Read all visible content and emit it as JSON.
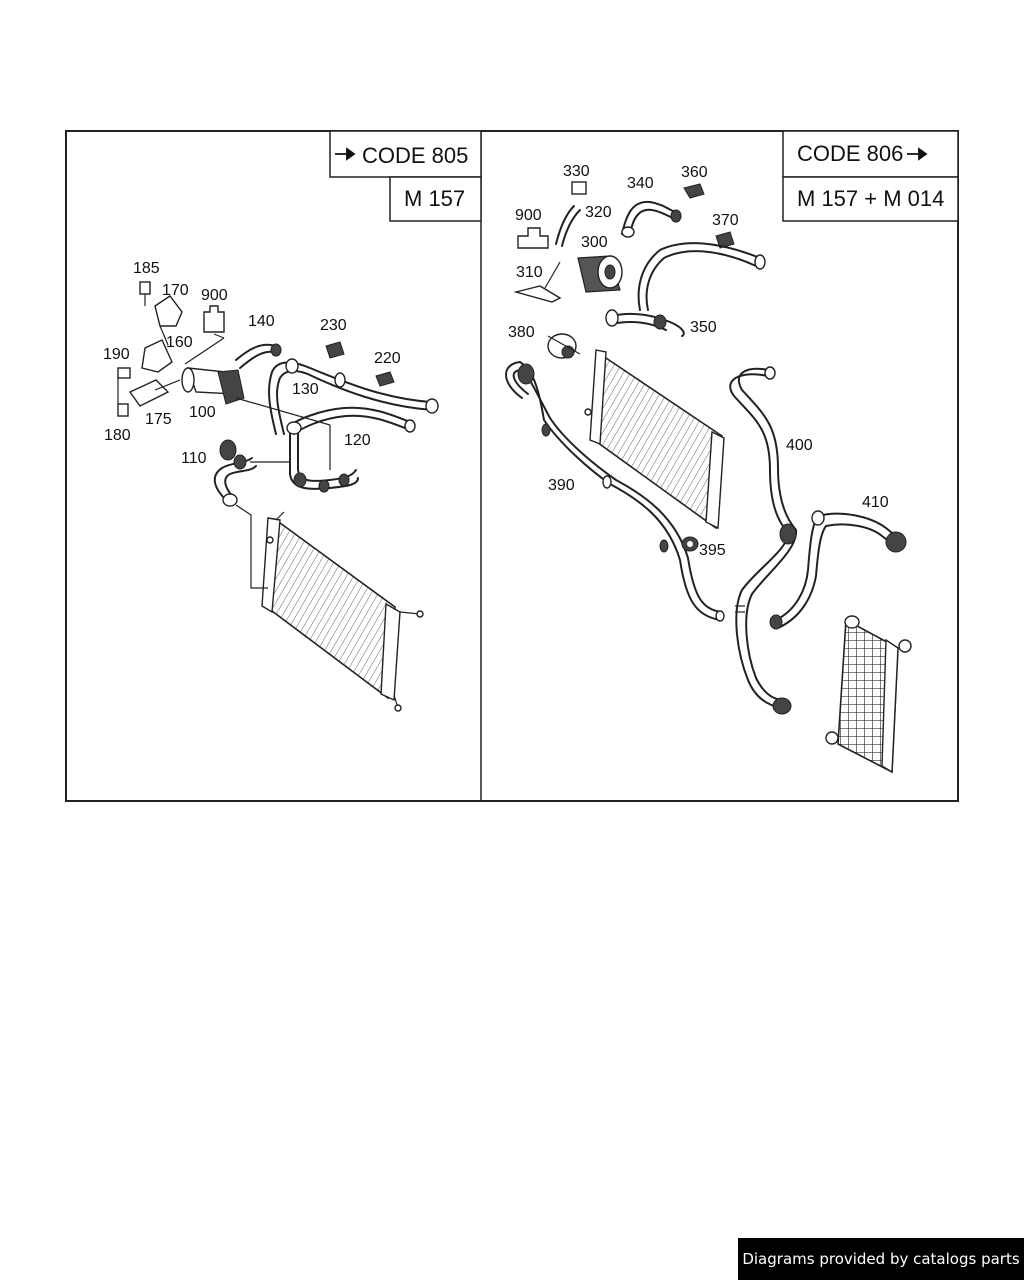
{
  "left_panel": {
    "code_label": "CODE 805",
    "engine_label": "M 157",
    "callouts": [
      "185",
      "170",
      "900",
      "140",
      "230",
      "220",
      "190",
      "160",
      "130",
      "100",
      "175",
      "180",
      "120",
      "110"
    ]
  },
  "right_panel": {
    "code_label": "CODE 806",
    "engine_label": "M 157 + M 014",
    "callouts": [
      "330",
      "340",
      "360",
      "900",
      "320",
      "370",
      "300",
      "310",
      "380",
      "350",
      "400",
      "390",
      "395",
      "410"
    ]
  },
  "footer": {
    "text": "Diagrams provided by catalogs parts"
  }
}
